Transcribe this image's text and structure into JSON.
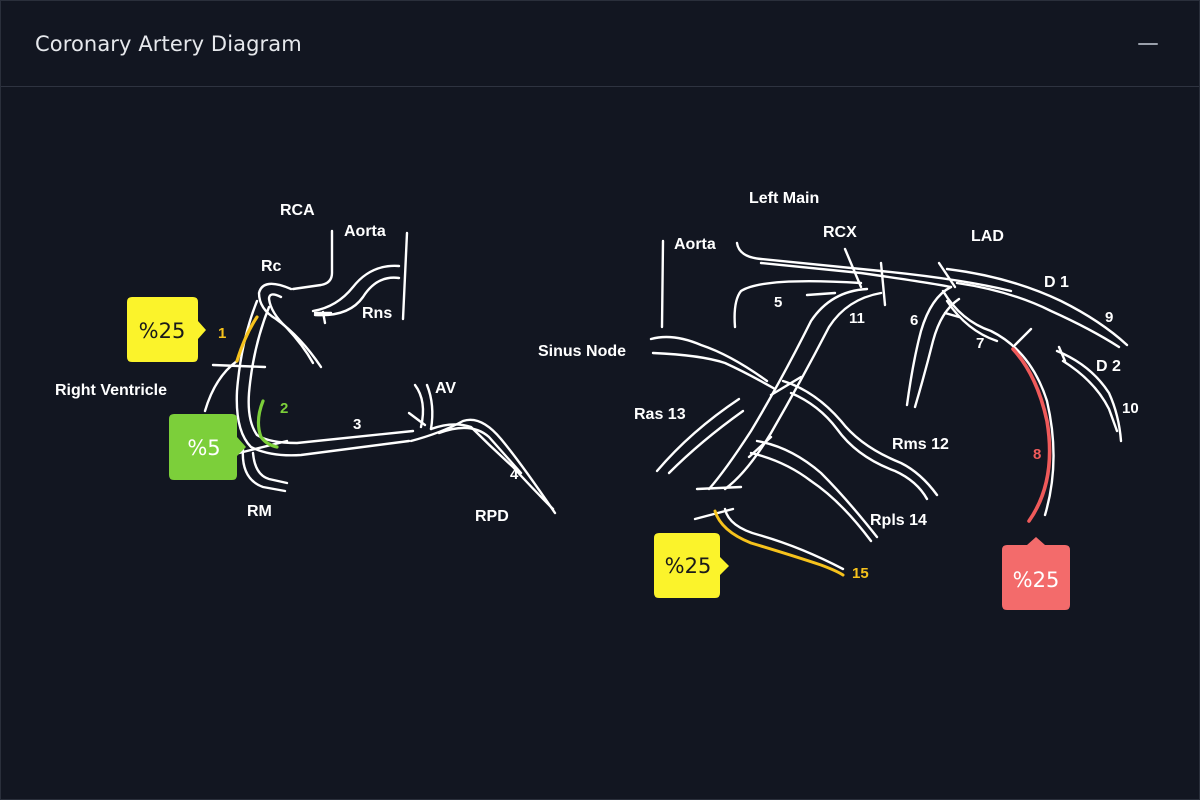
{
  "window": {
    "title": "Coronary Artery Diagram"
  },
  "right_diagram": {
    "labels": {
      "rca": "RCA",
      "aorta": "Aorta",
      "rc": "Rc",
      "rns": "Rns",
      "right_ventricle": "Right Ventricle",
      "av": "AV",
      "rm": "RM",
      "rpd": "RPD"
    },
    "segments": {
      "s1": "1",
      "s2": "2",
      "s3": "3",
      "s4": "4"
    },
    "stenosis": [
      {
        "segment": "1",
        "value": "%25",
        "color": "#fbf32b"
      },
      {
        "segment": "2",
        "value": "%5",
        "color": "#7ccf3a"
      }
    ]
  },
  "left_diagram": {
    "labels": {
      "left_main": "Left Main",
      "aorta": "Aorta",
      "rcx": "RCX",
      "lad": "LAD",
      "sinus_node": "Sinus Node",
      "ras": "Ras 13",
      "rms": "Rms 12",
      "rpls": "Rpls 14",
      "d1": "D 1",
      "d2": "D 2"
    },
    "segments": {
      "s5": "5",
      "s6": "6",
      "s7": "7",
      "s8": "8",
      "s9": "9",
      "s10": "10",
      "s11": "11",
      "s15": "15"
    },
    "stenosis": [
      {
        "segment": "15",
        "value": "%25",
        "color": "#fbf32b"
      },
      {
        "segment": "8",
        "value": "%25",
        "color": "#f36b6b"
      }
    ]
  },
  "colors": {
    "yellow_segment": "#f6c21c",
    "green_segment": "#7ccf3a",
    "red_segment": "#ef5a5a"
  }
}
